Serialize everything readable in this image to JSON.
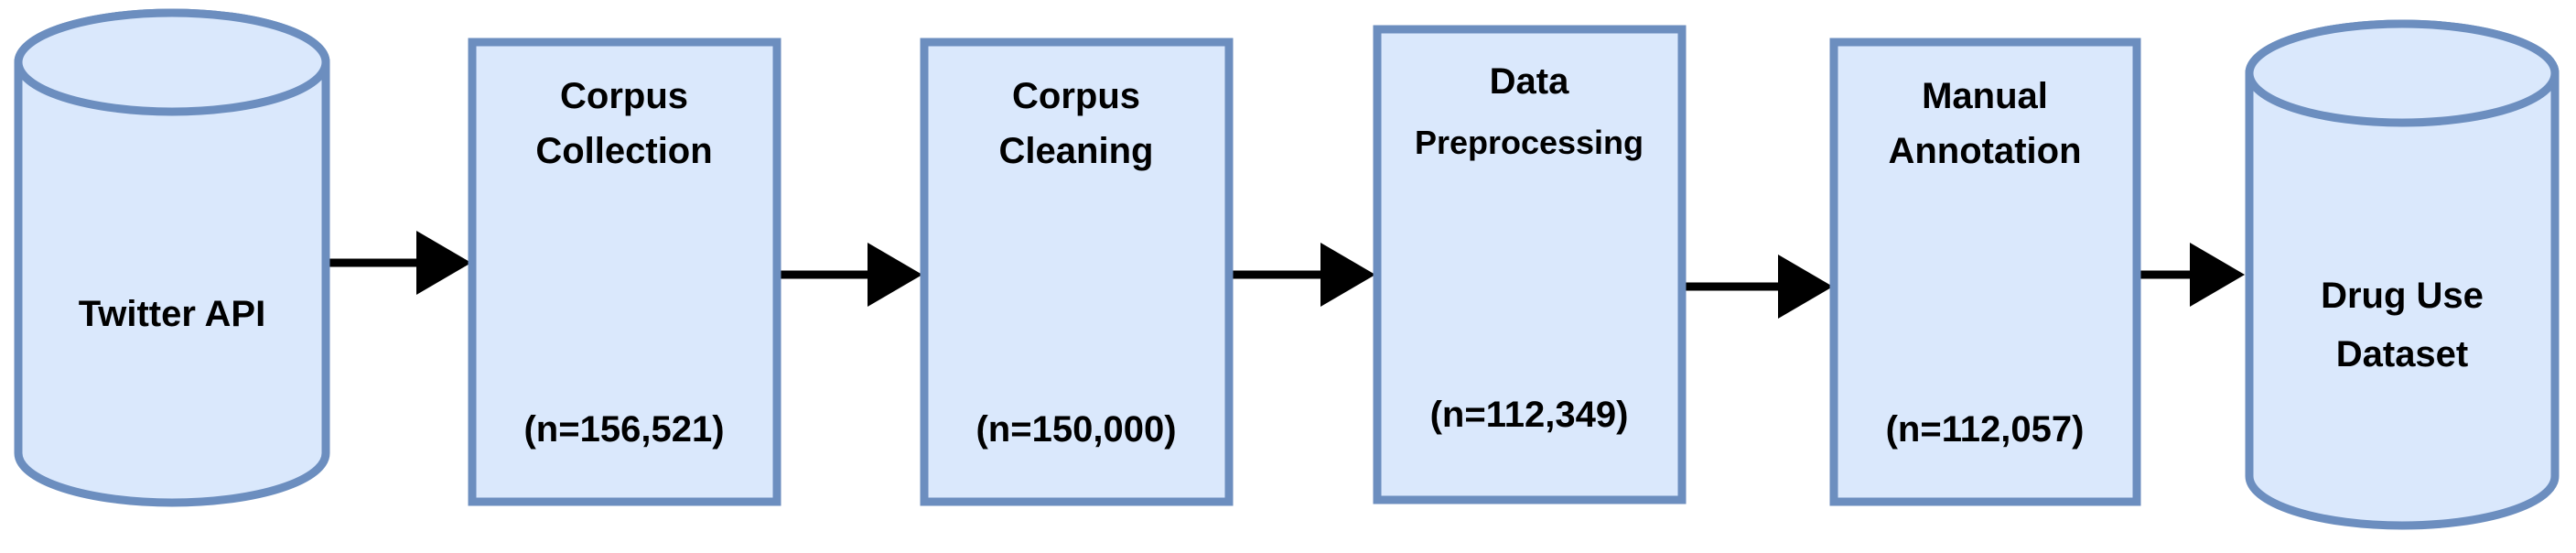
{
  "colors": {
    "fill": "#dae8fc",
    "stroke": "#6c8ebf",
    "arrow": "#000000",
    "text": "#000000"
  },
  "nodes": [
    {
      "id": "twitter-api",
      "shape": "cylinder",
      "lines": [
        "Twitter API"
      ],
      "count": ""
    },
    {
      "id": "corpus-collection",
      "shape": "rectangle",
      "lines": [
        "Corpus",
        "Collection"
      ],
      "count": "(n=156,521)"
    },
    {
      "id": "corpus-cleaning",
      "shape": "rectangle",
      "lines": [
        "Corpus",
        "Cleaning"
      ],
      "count": "(n=150,000)"
    },
    {
      "id": "data-preprocessing",
      "shape": "rectangle",
      "lines": [
        "Data",
        "Preprocessing"
      ],
      "count": "(n=112,349)"
    },
    {
      "id": "manual-annotation",
      "shape": "rectangle",
      "lines": [
        "Manual",
        "Annotation"
      ],
      "count": "(n=112,057)"
    },
    {
      "id": "drug-use-dataset",
      "shape": "cylinder",
      "lines": [
        "Drug Use",
        "Dataset"
      ],
      "count": ""
    }
  ],
  "edges": [
    {
      "from": "twitter-api",
      "to": "corpus-collection"
    },
    {
      "from": "corpus-collection",
      "to": "corpus-cleaning"
    },
    {
      "from": "corpus-cleaning",
      "to": "data-preprocessing"
    },
    {
      "from": "data-preprocessing",
      "to": "manual-annotation"
    },
    {
      "from": "manual-annotation",
      "to": "drug-use-dataset"
    }
  ]
}
